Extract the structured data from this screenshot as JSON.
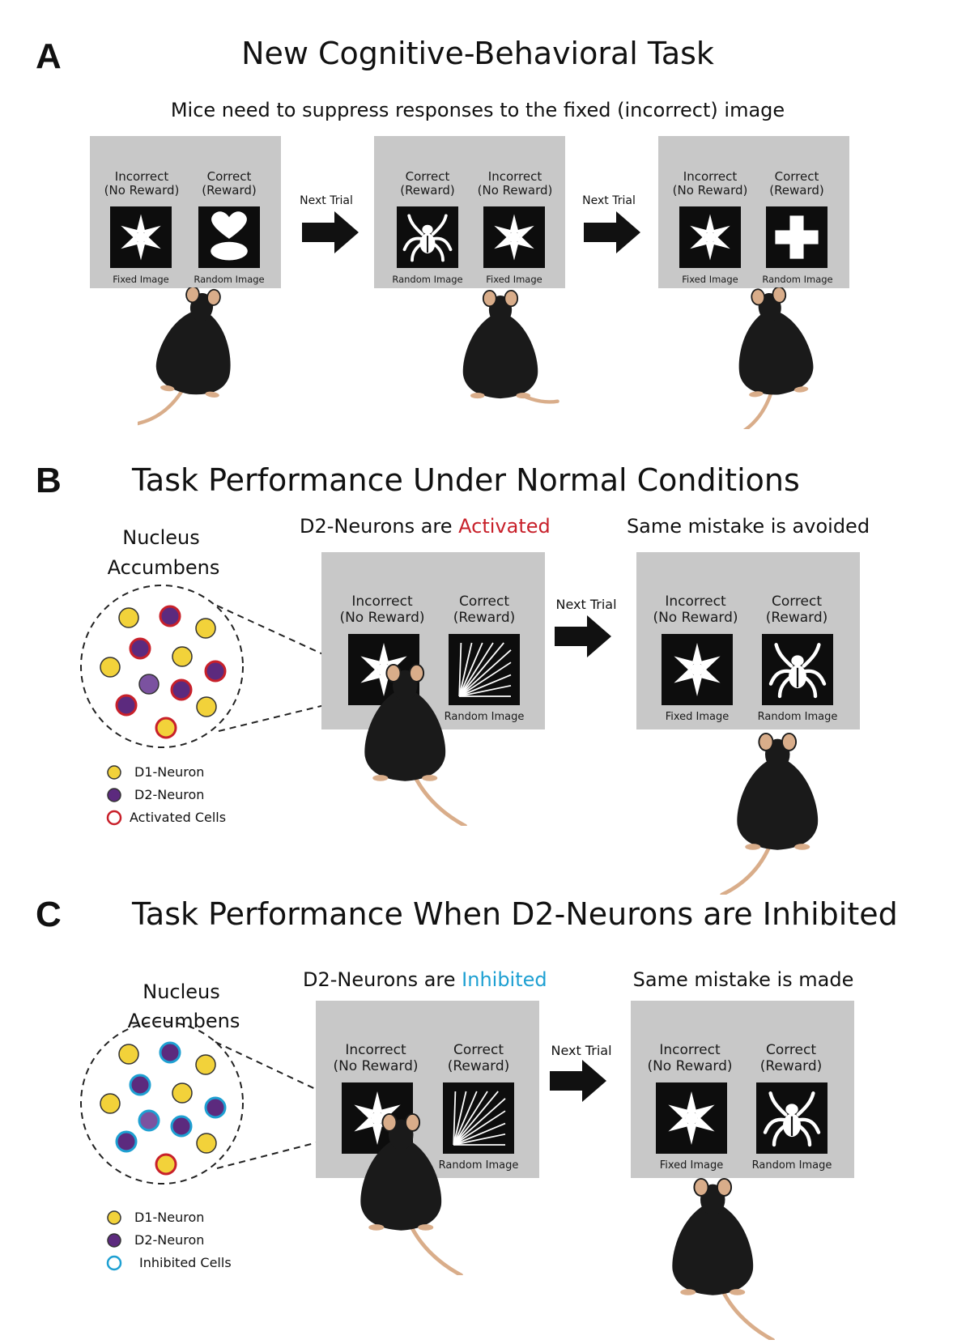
{
  "panel_a": {
    "letter": "A",
    "title": "New Cognitive-Behavioral Task",
    "subtitle": "Mice need to suppress responses to the fixed (incorrect) image",
    "next_trial_label": "Next Trial",
    "screens": [
      {
        "left_label": "Incorrect\n(No Reward)",
        "right_label": "Correct\n(Reward)",
        "left_caption": "Fixed Image",
        "right_caption": "Random Image",
        "left_icon": "star-icon",
        "right_icon": "heart-oval-icon"
      },
      {
        "left_label": "Correct\n(Reward)",
        "right_label": "Incorrect\n(No Reward)",
        "left_caption": "Random Image",
        "right_caption": "Fixed Image",
        "left_icon": "spider-icon",
        "right_icon": "star-icon"
      },
      {
        "left_label": "Incorrect\n(No Reward)",
        "right_label": "Correct\n(Reward)",
        "left_caption": "Fixed Image",
        "right_caption": "Random Image",
        "left_icon": "star-icon",
        "right_icon": "cross-icon"
      }
    ]
  },
  "panel_b": {
    "letter": "B",
    "title": "Task Performance Under Normal Conditions",
    "region_line1": "Nucleus",
    "region_line2": "Accumbens",
    "caption_left_prefix": "D2-Neurons are ",
    "caption_left_emph": "Activated",
    "caption_right": "Same mistake is avoided",
    "next_trial_label": "Next Trial",
    "screen_left": {
      "left_label": "Incorrect\n(No Reward)",
      "right_label": "Correct\n(Reward)",
      "right_caption": "Random Image",
      "left_icon": "star-icon",
      "right_icon": "rays-icon"
    },
    "screen_right": {
      "left_label": "Incorrect\n(No Reward)",
      "right_label": "Correct\n(Reward)",
      "left_caption": "Fixed Image",
      "right_caption": "Random Image",
      "left_icon": "star-icon",
      "right_icon": "spider-icon"
    },
    "legend": {
      "d1": "D1-Neuron",
      "d2": "D2-Neuron",
      "state": "Activated Cells"
    }
  },
  "panel_c": {
    "letter": "C",
    "title": "Task Performance When D2-Neurons are Inhibited",
    "region_line1": "Nucleus",
    "region_line2": "Accumbens",
    "caption_left_prefix": "D2-Neurons are ",
    "caption_left_emph": "Inhibited",
    "caption_right": "Same mistake is made",
    "next_trial_label": "Next Trial",
    "screen_left": {
      "left_label": "Incorrect\n(No Reward)",
      "right_label": "Correct\n(Reward)",
      "right_caption": "Random Image",
      "left_icon": "star-icon",
      "right_icon": "rays-icon"
    },
    "screen_right": {
      "left_label": "Incorrect\n(No Reward)",
      "right_label": "Correct\n(Reward)",
      "left_caption": "Fixed Image",
      "right_caption": "Random Image",
      "left_icon": "star-icon",
      "right_icon": "spider-icon"
    },
    "legend": {
      "d1": "D1-Neuron",
      "d2": "D2-Neuron",
      "state": "Inhibited Cells"
    }
  },
  "colors": {
    "screen": "#c8c8c8",
    "d1_fill": "#f2d23a",
    "d2_fill": "#5c2a7e",
    "activated_ring": "#c8202a",
    "inhibited_ring": "#1ea0d2",
    "mouse_body": "#1a1a1a",
    "mouse_skin": "#d9ad8a",
    "emph_red": "#c8202a",
    "emph_blue": "#1ea0d2"
  }
}
